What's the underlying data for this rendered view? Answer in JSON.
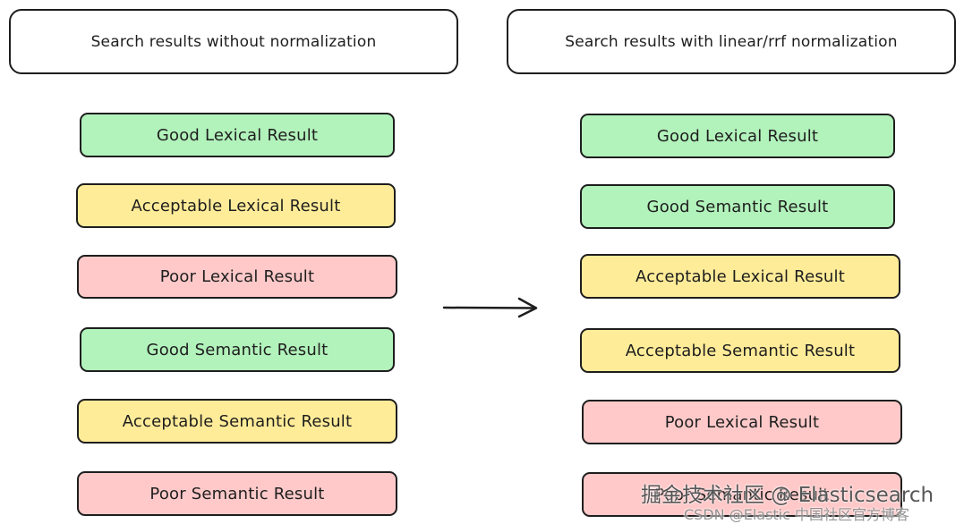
{
  "diagram": {
    "left_header": "Search results without normalization",
    "right_header": "Search results with linear/rrf normalization",
    "left_results": [
      {
        "label": "Good Lexical Result",
        "quality": "good"
      },
      {
        "label": "Acceptable Lexical Result",
        "quality": "acceptable"
      },
      {
        "label": "Poor Lexical Result",
        "quality": "poor"
      },
      {
        "label": "Good Semantic Result",
        "quality": "good"
      },
      {
        "label": "Acceptable Semantic Result",
        "quality": "acceptable"
      },
      {
        "label": "Poor Semantic Result",
        "quality": "poor"
      }
    ],
    "right_results": [
      {
        "label": "Good Lexical Result",
        "quality": "good"
      },
      {
        "label": "Good Semantic Result",
        "quality": "good"
      },
      {
        "label": "Acceptable Lexical Result",
        "quality": "acceptable"
      },
      {
        "label": "Acceptable Semantic Result",
        "quality": "acceptable"
      },
      {
        "label": "Poor Lexical Result",
        "quality": "poor"
      },
      {
        "label": "Poor Semantic Result",
        "quality": "poor"
      }
    ],
    "colors": {
      "good": "#b2f2bb",
      "acceptable": "#ffec99",
      "poor": "#ffc9c9",
      "stroke": "#1e1e1e"
    }
  },
  "watermark": {
    "line1": "掘金技术社区 @ Elasticsearch",
    "line2": "CSDN @Elastic 中国社区官方博客"
  }
}
